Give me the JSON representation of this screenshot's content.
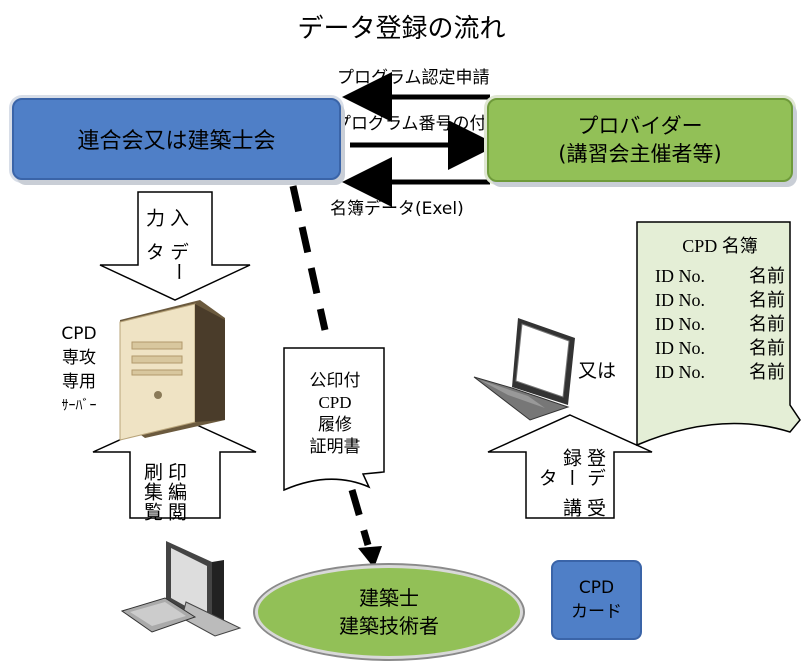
{
  "title": "データ登録の流れ",
  "union_box": "連合会又は建築士会",
  "provider": {
    "line1": "プロバイダー",
    "line2": "(講習会主催者等)"
  },
  "arrows": {
    "program_apply": "プログラム認定申請",
    "program_number": "プログラム番号の付与",
    "roster_data": "名簿データ(Exel)"
  },
  "down_arrow_text": [
    "データ",
    "入力"
  ],
  "server_label": [
    "CPD",
    "専攻",
    "専用",
    "ｻｰﾊﾞｰ"
  ],
  "certificate": [
    "公印付",
    "CPD",
    "履修",
    "証明書"
  ],
  "up_left_text": [
    "閲覧",
    "編集",
    "印刷"
  ],
  "up_right_text": [
    "受講",
    "データ",
    "登録"
  ],
  "or_label": "又は",
  "roster": {
    "title": "CPD 名簿",
    "rows": [
      {
        "id": "ID No.",
        "name": "名前"
      },
      {
        "id": "ID No.",
        "name": "名前"
      },
      {
        "id": "ID No.",
        "name": "名前"
      },
      {
        "id": "ID No.",
        "name": "名前"
      },
      {
        "id": "ID No.",
        "name": "名前"
      }
    ]
  },
  "architect": {
    "line1": "建築士",
    "line2": "建築技術者"
  },
  "cpd_card": {
    "line1": "CPD",
    "line2": "カード"
  },
  "icons": [
    "server-icon",
    "laptop-icon",
    "desktop-computer-icon"
  ]
}
